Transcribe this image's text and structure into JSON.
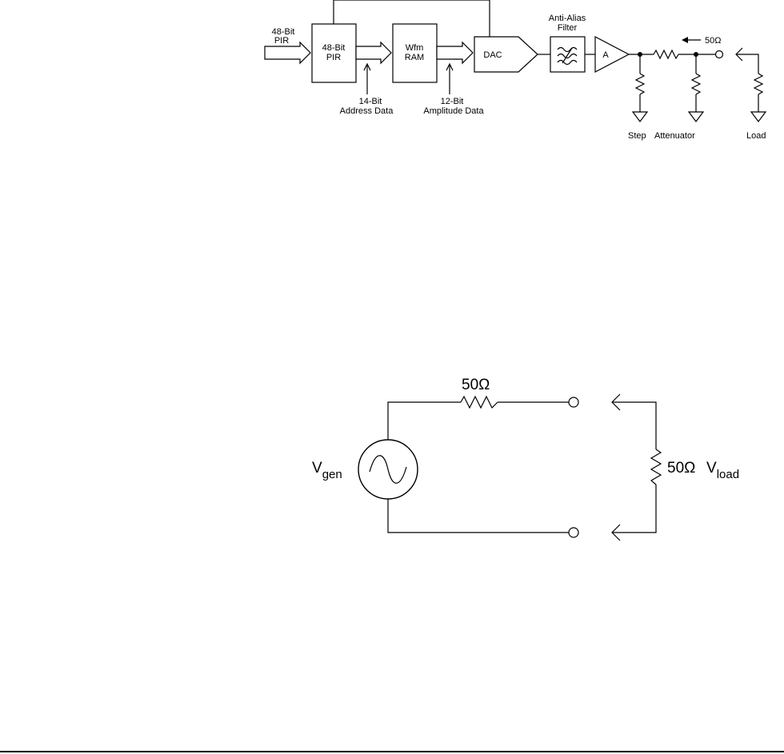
{
  "block_diagram": {
    "input_label_line1": "48-Bit",
    "input_label_line2": "PIR",
    "pir_line1": "48-Bit",
    "pir_line2": "PIR",
    "address_line1": "14-Bit",
    "address_line2": "Address  Data",
    "ram_line1": "Wfm",
    "ram_line2": "RAM",
    "amplitude_line1": "12-Bit",
    "amplitude_line2": "Amplitude  Data",
    "dac_label": "DAC",
    "filter_line1": "Anti-Alias",
    "filter_line2": "Filter",
    "amp_label": "A",
    "output_impedance": "50Ω",
    "step_label": "Step",
    "attenuator_label": "Attenuator",
    "load_label": "Load"
  },
  "circuit": {
    "source_resistor": "50Ω",
    "vgen_main": "V",
    "vgen_sub": "gen",
    "load_resistor": "50Ω",
    "vload_main": "V",
    "vload_sub": "load"
  }
}
